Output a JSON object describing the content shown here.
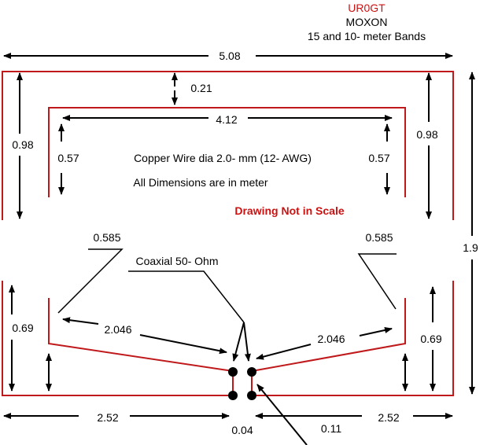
{
  "header": {
    "callsign": "UR0GT",
    "antenna_type": "MOXON",
    "bands": "15 and 10- meter Bands"
  },
  "notes": {
    "material": "Copper Wire dia 2.0- mm (12- AWG)",
    "units": "All Dimensions are in meter",
    "scale_warning": "Drawing Not in Scale",
    "feedline": "Coaxial 50- Ohm"
  },
  "dimensions": {
    "overall_width": "5.08",
    "overall_height": "1.9",
    "outer_side_top": "0.98",
    "outer_side_top_right": "0.98",
    "gap_between_elements_top": "0.21",
    "inner_width": "4.12",
    "inner_side_left": "0.57",
    "inner_side_right": "0.57",
    "inner_tail_left": "0.585",
    "inner_tail_right": "0.585",
    "inner_bottom_left": "2.046",
    "inner_bottom_right": "2.046",
    "outer_side_bottom_left": "0.69",
    "outer_side_bottom_right": "0.69",
    "half_width_left": "2.52",
    "half_width_right": "2.52",
    "feed_gap": "0.04",
    "feed_spacing": "0.11"
  },
  "colors": {
    "wire": "#c0191b",
    "text_accent": "#cc1111",
    "dimension_lines": "#000000"
  }
}
